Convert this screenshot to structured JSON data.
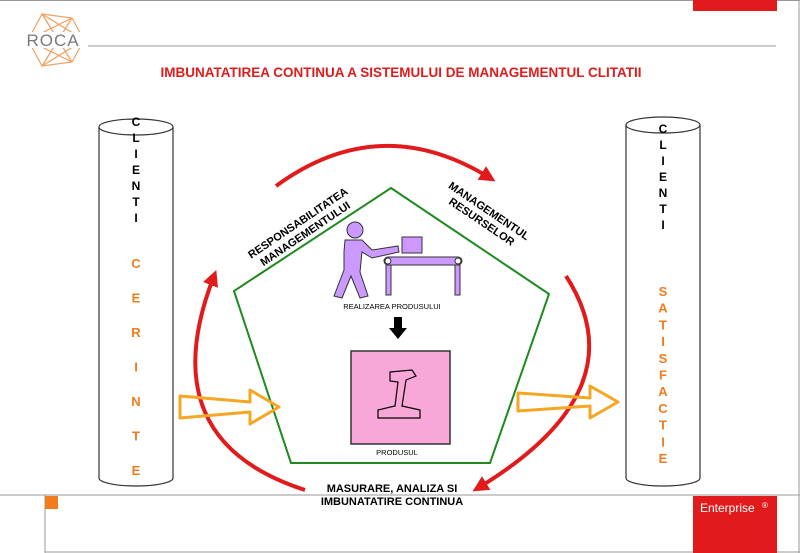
{
  "logo": {
    "text": "ROCA"
  },
  "title": "IMBUNATATIREA CONTINUA A SISTEMULUI DE MANAGEMENTUL CLITATII",
  "left_column": {
    "top_word": "CLIENTI",
    "bottom_word": "CERINTE"
  },
  "right_column": {
    "top_word": "CLIENTI",
    "bottom_word": "SATISFACTIE"
  },
  "labels": {
    "responsabilitatea_line1": "RESPONSABILITATEA",
    "responsabilitatea_line2": "MANAGEMENTULUI",
    "resurse_line1": "MANAGEMENTUL",
    "resurse_line2": "RESURSELOR",
    "realizarea": "REALIZAREA PRODUSULUI",
    "produsul": "PRODUSUL",
    "masurare_line1": "MASURARE, ANALIZA SI",
    "masurare_line2": "IMBUNATATIRE CONTINUA"
  },
  "footer": {
    "brand": "Enterprise",
    "mark": "®"
  },
  "colors": {
    "accent_red": "#e11b1b",
    "orange": "#f07c1e",
    "arrow_orange": "#f5a623",
    "pentagon_green": "#1f8a1f",
    "figure_purple": "#cc99ff",
    "product_pink": "#f7a8d8",
    "logo_orange": "#f0a060",
    "logo_gray": "#7a7a7a"
  },
  "icons": [
    "logo-mesh-icon",
    "worker-figure-icon",
    "conveyor-icon",
    "box-icon",
    "down-arrow-icon",
    "rail-profile-icon",
    "input-arrow-icon",
    "output-arrow-icon",
    "cycle-arrow-icon"
  ]
}
